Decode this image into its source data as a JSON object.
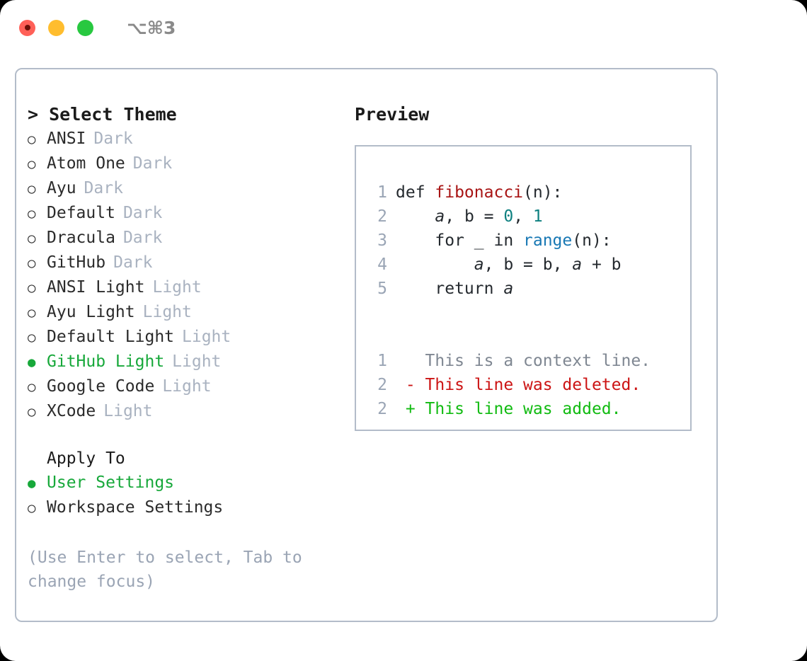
{
  "titlebar": {
    "shortcut": "⌥⌘3",
    "buttons": [
      {
        "name": "close",
        "color": "#ff6058"
      },
      {
        "name": "minimize",
        "color": "#ffbd2e"
      },
      {
        "name": "zoom",
        "color": "#28c840"
      }
    ]
  },
  "theme_picker": {
    "heading": "> Select Theme",
    "marker_unselected": "○",
    "marker_selected": "●",
    "accent_color": "#17a83a",
    "suffix_color": "#a9b2c0",
    "items": [
      {
        "marker": "○",
        "label": "ANSI",
        "suffix": "Dark",
        "selected": false
      },
      {
        "marker": "○",
        "label": "Atom One",
        "suffix": "Dark",
        "selected": false
      },
      {
        "marker": "○",
        "label": "Ayu",
        "suffix": "Dark",
        "selected": false
      },
      {
        "marker": "○",
        "label": "Default",
        "suffix": "Dark",
        "selected": false
      },
      {
        "marker": "○",
        "label": "Dracula",
        "suffix": "Dark",
        "selected": false
      },
      {
        "marker": "○",
        "label": "GitHub",
        "suffix": "Dark",
        "selected": false
      },
      {
        "marker": "○",
        "label": "ANSI Light",
        "suffix": "Light",
        "selected": false
      },
      {
        "marker": "○",
        "label": "Ayu Light",
        "suffix": "Light",
        "selected": false
      },
      {
        "marker": "○",
        "label": "Default Light",
        "suffix": "Light",
        "selected": false
      },
      {
        "marker": "●",
        "label": "GitHub Light",
        "suffix": "Light",
        "selected": true
      },
      {
        "marker": "○",
        "label": "Google Code",
        "suffix": "Light",
        "selected": false
      },
      {
        "marker": "○",
        "label": "XCode",
        "suffix": "Light",
        "selected": false
      }
    ]
  },
  "apply_to": {
    "heading": "Apply To",
    "items": [
      {
        "marker": "●",
        "label": "User Settings",
        "selected": true
      },
      {
        "marker": "○",
        "label": "Workspace Settings",
        "selected": false
      }
    ]
  },
  "hint": "(Use Enter to select, Tab to change focus)",
  "preview": {
    "heading": "Preview",
    "code_lines": [
      {
        "no": "1",
        "text": "def fibonacci(n):"
      },
      {
        "no": "2",
        "text": "    a, b = 0, 1"
      },
      {
        "no": "3",
        "text": "    for _ in range(n):"
      },
      {
        "no": "4",
        "text": "        a, b = b, a + b"
      },
      {
        "no": "5",
        "text": "    return a"
      }
    ],
    "code_tokens": {
      "def_keyword": "def ",
      "fn_name": "fibonacci",
      "fn_args": "(n):",
      "line2_pre": "    ",
      "line2_a": "a",
      "line2_mid": ", b = ",
      "line2_zero": "0",
      "line2_comma": ", ",
      "line2_one": "1",
      "line3_pre": "    for _ in ",
      "line3_range": "range",
      "line3_post": "(n):",
      "line4_pre": "        ",
      "line4_a": "a",
      "line4_mid": ", b = b, ",
      "line4_a2": "a",
      "line4_post": " + b",
      "line5_pre": "    return ",
      "line5_a": "a"
    },
    "diff_lines": [
      {
        "no": "1",
        "sign": " ",
        "text": "This is a context line.",
        "kind": "context"
      },
      {
        "no": "2",
        "sign": "-",
        "text": "This line was deleted.",
        "kind": "deleted"
      },
      {
        "no": "2",
        "sign": "+",
        "text": "This line was added.",
        "kind": "added"
      }
    ],
    "colors": {
      "function": "#a81414",
      "number": "#0e8080",
      "builtin": "#1878b4",
      "line_number": "#9aa5b5",
      "diff_context": "#7f8792",
      "diff_deleted": "#cc1414",
      "diff_added": "#11bb11",
      "border": "#b3bcc9"
    }
  }
}
